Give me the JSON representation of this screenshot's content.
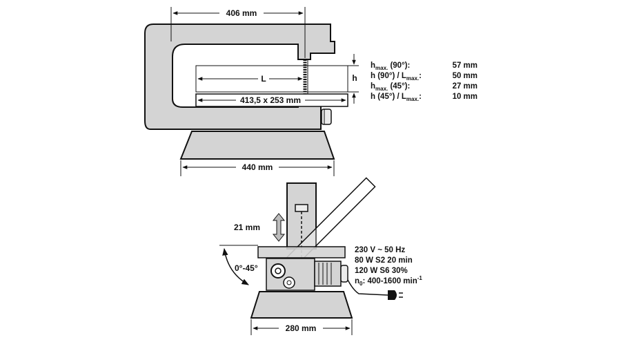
{
  "dimensions": {
    "width_top": "406 mm",
    "length_label": "L",
    "height_label": "h",
    "table_size": "413,5 x 253 mm",
    "base_width": "440 mm",
    "stroke": "21 mm",
    "tilt": "0°-45°",
    "base_depth": "280 mm"
  },
  "cut_specs": [
    {
      "main": "h",
      "sub": "max.",
      "rest": " (90°):",
      "value": "57 mm"
    },
    {
      "main": "h (90°) / L",
      "sub": "max.",
      "rest": ":",
      "value": "50 mm"
    },
    {
      "main": "h",
      "sub": "max.",
      "rest": " (45°):",
      "value": "27 mm"
    },
    {
      "main": "h (45°) / L",
      "sub": "max.",
      "rest": ":",
      "value": "10 mm"
    }
  ],
  "electrical": {
    "voltage": "230 V ~ 50 Hz",
    "power_s2": "80 W S2 20 min",
    "power_s6": "120 W S6 30%",
    "speed_prefix": "n",
    "speed_sub": "0",
    "speed_value": ": 400-1600 min",
    "speed_sup": "-1"
  }
}
